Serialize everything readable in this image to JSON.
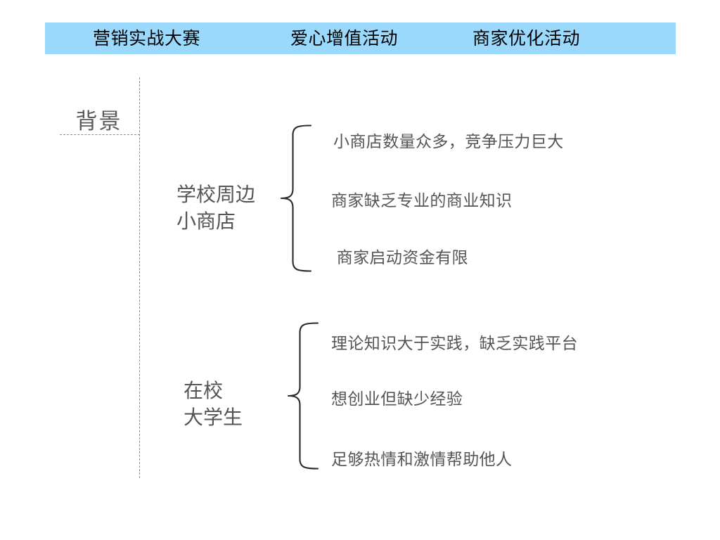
{
  "slide": {
    "title": "背景",
    "background_color": "#ffffff"
  },
  "header": {
    "bar_color": "#9ad9fc",
    "text_color": "#000000",
    "titles": [
      {
        "label": "营销实战大赛"
      },
      {
        "label": "爱心增值活动"
      },
      {
        "label": "商家优化活动"
      }
    ]
  },
  "section": {
    "label": "背景",
    "label_color": "#5a5a5a",
    "divider_color": "#8d8d8d"
  },
  "groups": [
    {
      "label": "学校周边\n小商店",
      "items": [
        {
          "text": "小商店数量众多，竞争压力巨大"
        },
        {
          "text": "商家缺乏专业的商业知识"
        },
        {
          "text": " 商家启动资金有限"
        }
      ]
    },
    {
      "label": "在校\n大学生",
      "items": [
        {
          "text": "理论知识大于实践，缺乏实践平台"
        },
        {
          "text": "想创业但缺少经验"
        },
        {
          "text": "足够热情和激情帮助他人"
        }
      ]
    }
  ],
  "colors": {
    "accent_blue": "#9ad9fc",
    "body_text": "#555555",
    "line": "#333333"
  }
}
